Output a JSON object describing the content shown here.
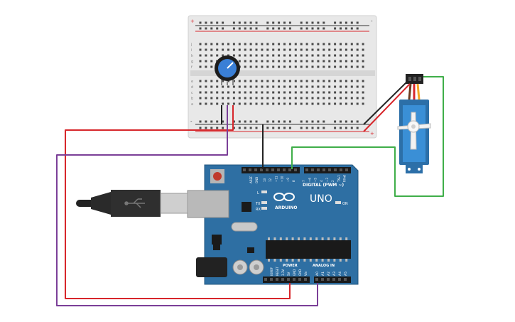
{
  "board": {
    "brand": "ARDUINO",
    "model": "UNO",
    "digital_label": "DIGITAL (PWM ~)",
    "power_label": "POWER",
    "analog_label": "ANALOG IN",
    "led_l": "L",
    "led_tx": "TX",
    "led_rx": "RX",
    "on_label": "ON",
    "aref": "AREF",
    "gnd": "GND",
    "digital_pins": [
      "13",
      "12",
      "~11",
      "~10",
      "~9",
      "8",
      "7",
      "~6",
      "~5",
      "4",
      "~3",
      "2",
      "TX▸1",
      "RX◂0"
    ],
    "power_pins": [
      "IOREF",
      "RESET",
      "3.3V",
      "5V",
      "GND",
      "GND",
      "Vin"
    ],
    "analog_pins": [
      "A0",
      "A1",
      "A2",
      "A3",
      "A4",
      "A5"
    ]
  },
  "breadboard": {
    "rail_plus": "+",
    "rail_minus": "-",
    "row_letters_top": [
      "j",
      "i",
      "h",
      "g",
      "f"
    ],
    "row_letters_bottom": [
      "e",
      "d",
      "c",
      "b",
      "a"
    ],
    "column_count": 30
  },
  "colors": {
    "board": "#2e6fa3",
    "breadboard": "#e6e6e6",
    "wire_red": "#d7262b",
    "wire_purple": "#7b3f98",
    "wire_green": "#3fae49",
    "wire_black": "#222222",
    "servo": "#3a8fd6",
    "pot_knob": "#3a7fd6"
  },
  "components": {
    "potentiometer": "potentiometer",
    "servo": "servo-motor",
    "usb": "usb-cable-plug"
  }
}
